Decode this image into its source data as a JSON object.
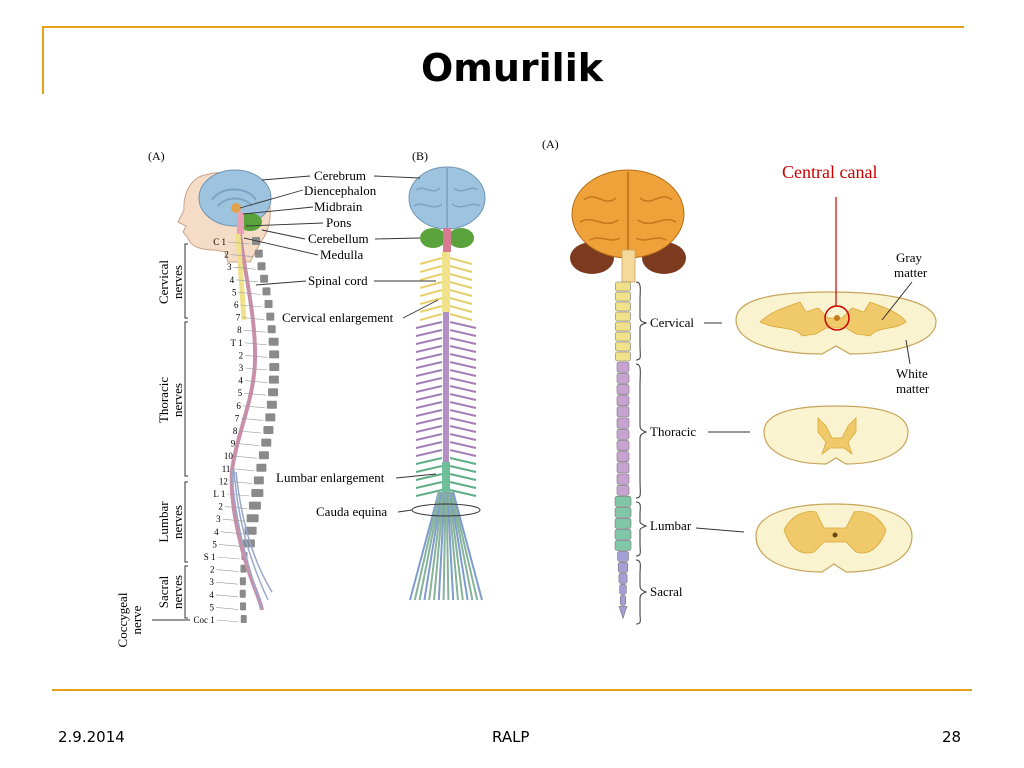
{
  "slide": {
    "title": "Omurilik",
    "date": "2.9.2014",
    "center_text": "RALP",
    "page_number": "28"
  },
  "figure_left": {
    "panel_a": "(A)",
    "panel_b": "(B)",
    "labels": {
      "cerebrum": "Cerebrum",
      "diencephalon": "Diencephalon",
      "midbrain": "Midbrain",
      "pons": "Pons",
      "cerebellum": "Cerebellum",
      "medulla": "Medulla",
      "spinal_cord": "Spinal cord",
      "cervical_enlargement": "Cervical enlargement",
      "lumbar_enlargement": "Lumbar enlargement",
      "cauda_equina": "Cauda equina"
    },
    "regions": {
      "cervical": [
        "Cervical",
        "nerves"
      ],
      "thoracic": [
        "Thoracic",
        "nerves"
      ],
      "lumbar": [
        "Lumbar",
        "nerves"
      ],
      "sacral": [
        "Sacral",
        "nerves"
      ],
      "coccygeal": [
        "Coccygeal",
        "nerve"
      ]
    },
    "vertebra_numbers": [
      "C 1",
      "2",
      "3",
      "4",
      "5",
      "6",
      "7",
      "8",
      "T 1",
      "2",
      "3",
      "4",
      "5",
      "6",
      "7",
      "8",
      "9",
      "10",
      "11",
      "12",
      "L 1",
      "2",
      "3",
      "4",
      "5",
      "S 1",
      "2",
      "3",
      "4",
      "5",
      "Coc 1"
    ]
  },
  "figure_right": {
    "panel_a": "(A)",
    "annotation": "Central canal",
    "gray_matter": [
      "Gray",
      "matter"
    ],
    "white_matter": [
      "White",
      "matter"
    ],
    "levels": {
      "cervical": "Cervical",
      "thoracic": "Thoracic",
      "lumbar": "Lumbar",
      "sacral": "Sacral"
    }
  },
  "colors": {
    "accent": "#e4a21a",
    "annotation_red": "#cc0000",
    "brain_blue": "#9ec3df",
    "cerebellum_green": "#5aa23c",
    "cervical_yellow": "#f0e28a",
    "thoracic_purple": "#b48ec4",
    "lumbar_teal": "#6fbf9a",
    "sacral_violet": "#8e88c8",
    "gray_matter": "#f0c96a",
    "white_matter": "#faf3cf"
  }
}
